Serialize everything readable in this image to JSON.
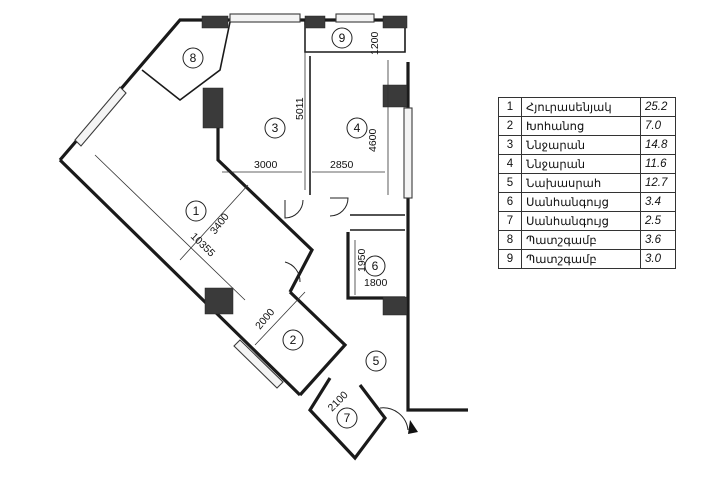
{
  "rooms": [
    {
      "id": "1",
      "name": "Հյուրասենյակ",
      "area": "25.2"
    },
    {
      "id": "2",
      "name": "Խոհանոց",
      "area": "7.0"
    },
    {
      "id": "3",
      "name": "Ննջարան",
      "area": "14.8"
    },
    {
      "id": "4",
      "name": "Ննջարան",
      "area": "11.6"
    },
    {
      "id": "5",
      "name": "Նախասրահ",
      "area": "12.7"
    },
    {
      "id": "6",
      "name": "Սանհանգույց",
      "area": "3.4"
    },
    {
      "id": "7",
      "name": "Սանհանգույց",
      "area": "2.5"
    },
    {
      "id": "8",
      "name": "Պատշգամբ",
      "area": "3.6"
    },
    {
      "id": "9",
      "name": "Պատշգամբ",
      "area": "3.0"
    }
  ],
  "dimensions": {
    "d_5011": "5011",
    "d_4600": "4600",
    "d_1200": "1200",
    "d_3000": "3000",
    "d_2850": "2850",
    "d_3400": "3400",
    "d_10355": "10355",
    "d_1950": "1950",
    "d_1800": "1800",
    "d_2000": "2000",
    "d_2100": "2100"
  }
}
